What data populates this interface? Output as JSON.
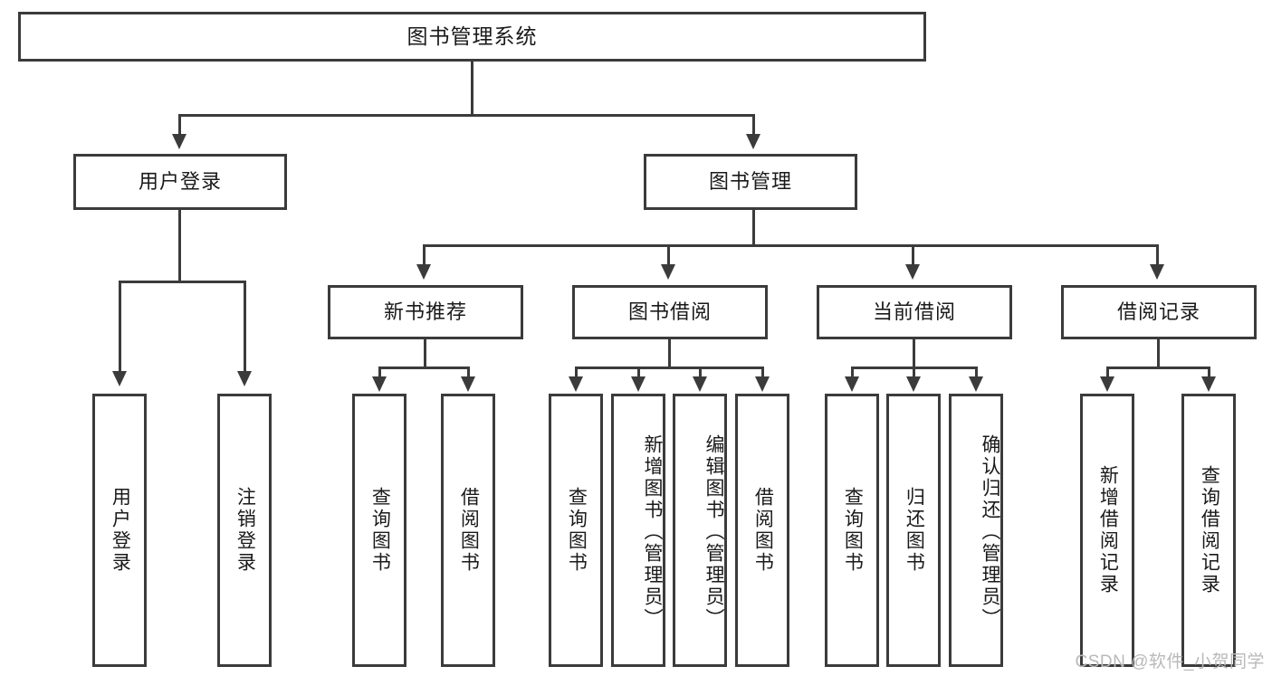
{
  "diagram": {
    "title": "图书管理系统",
    "watermark": "CSDN @软件_小贺同学",
    "colors": {
      "stroke": "#3b3b3b",
      "fill": "#ffffff",
      "text": "#1a1a1a",
      "watermark": "#b9b9b9"
    },
    "nodes": {
      "root": {
        "label": "图书管理系统"
      },
      "level2": [
        {
          "label": "用户登录"
        },
        {
          "label": "图书管理"
        }
      ],
      "level3": [
        {
          "label": "新书推荐"
        },
        {
          "label": "图书借阅"
        },
        {
          "label": "当前借阅"
        },
        {
          "label": "借阅记录"
        }
      ],
      "leaves": [
        {
          "label": "用户登录"
        },
        {
          "label": "注销登录"
        },
        {
          "label": "查询图书"
        },
        {
          "label": "借阅图书"
        },
        {
          "label": "查询图书"
        },
        {
          "label": "新增图书（管理员）"
        },
        {
          "label": "编辑图书（管理员）"
        },
        {
          "label": "借阅图书"
        },
        {
          "label": "查询图书"
        },
        {
          "label": "归还图书"
        },
        {
          "label": "确认归还（管理员）"
        },
        {
          "label": "新增借阅记录"
        },
        {
          "label": "查询借阅记录"
        }
      ]
    }
  }
}
